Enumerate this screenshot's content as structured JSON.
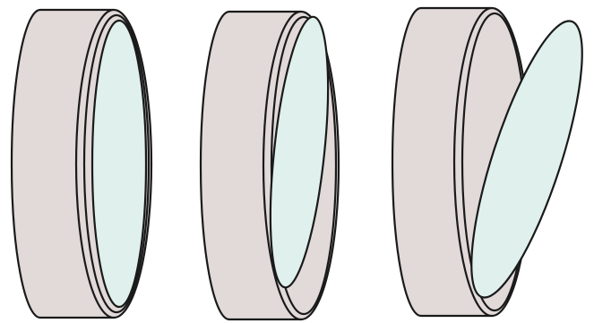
{
  "figure": {
    "panels": [
      {
        "id": "lid-closed",
        "lid_state": "closed"
      },
      {
        "id": "lid-tilting",
        "lid_state": "slightly-open"
      },
      {
        "id": "lid-open",
        "lid_state": "open"
      }
    ],
    "colors": {
      "ring_fill": "#e2d9d9",
      "lid_fill": "#dff0ed",
      "outline": "#1a1a1a",
      "background": "#ffffff"
    }
  }
}
